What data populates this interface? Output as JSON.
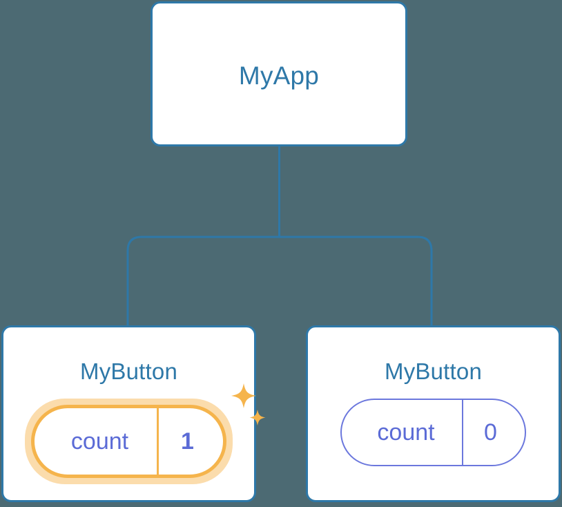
{
  "diagram": {
    "type": "component-tree",
    "background_color": "#4c6a73",
    "accent_color": "#2e78a8",
    "prop_color": "#5b6bd6",
    "highlight_color": "#f5b44c",
    "highlight_glow_color": "#fbdcac"
  },
  "root": {
    "title": "MyApp"
  },
  "children": [
    {
      "title": "MyButton",
      "prop_key": "count",
      "prop_value": "1",
      "highlighted": true
    },
    {
      "title": "MyButton",
      "prop_key": "count",
      "prop_value": "0",
      "highlighted": false
    }
  ],
  "icons": {
    "sparkle_large": "sparkle-icon",
    "sparkle_small": "sparkle-icon"
  }
}
